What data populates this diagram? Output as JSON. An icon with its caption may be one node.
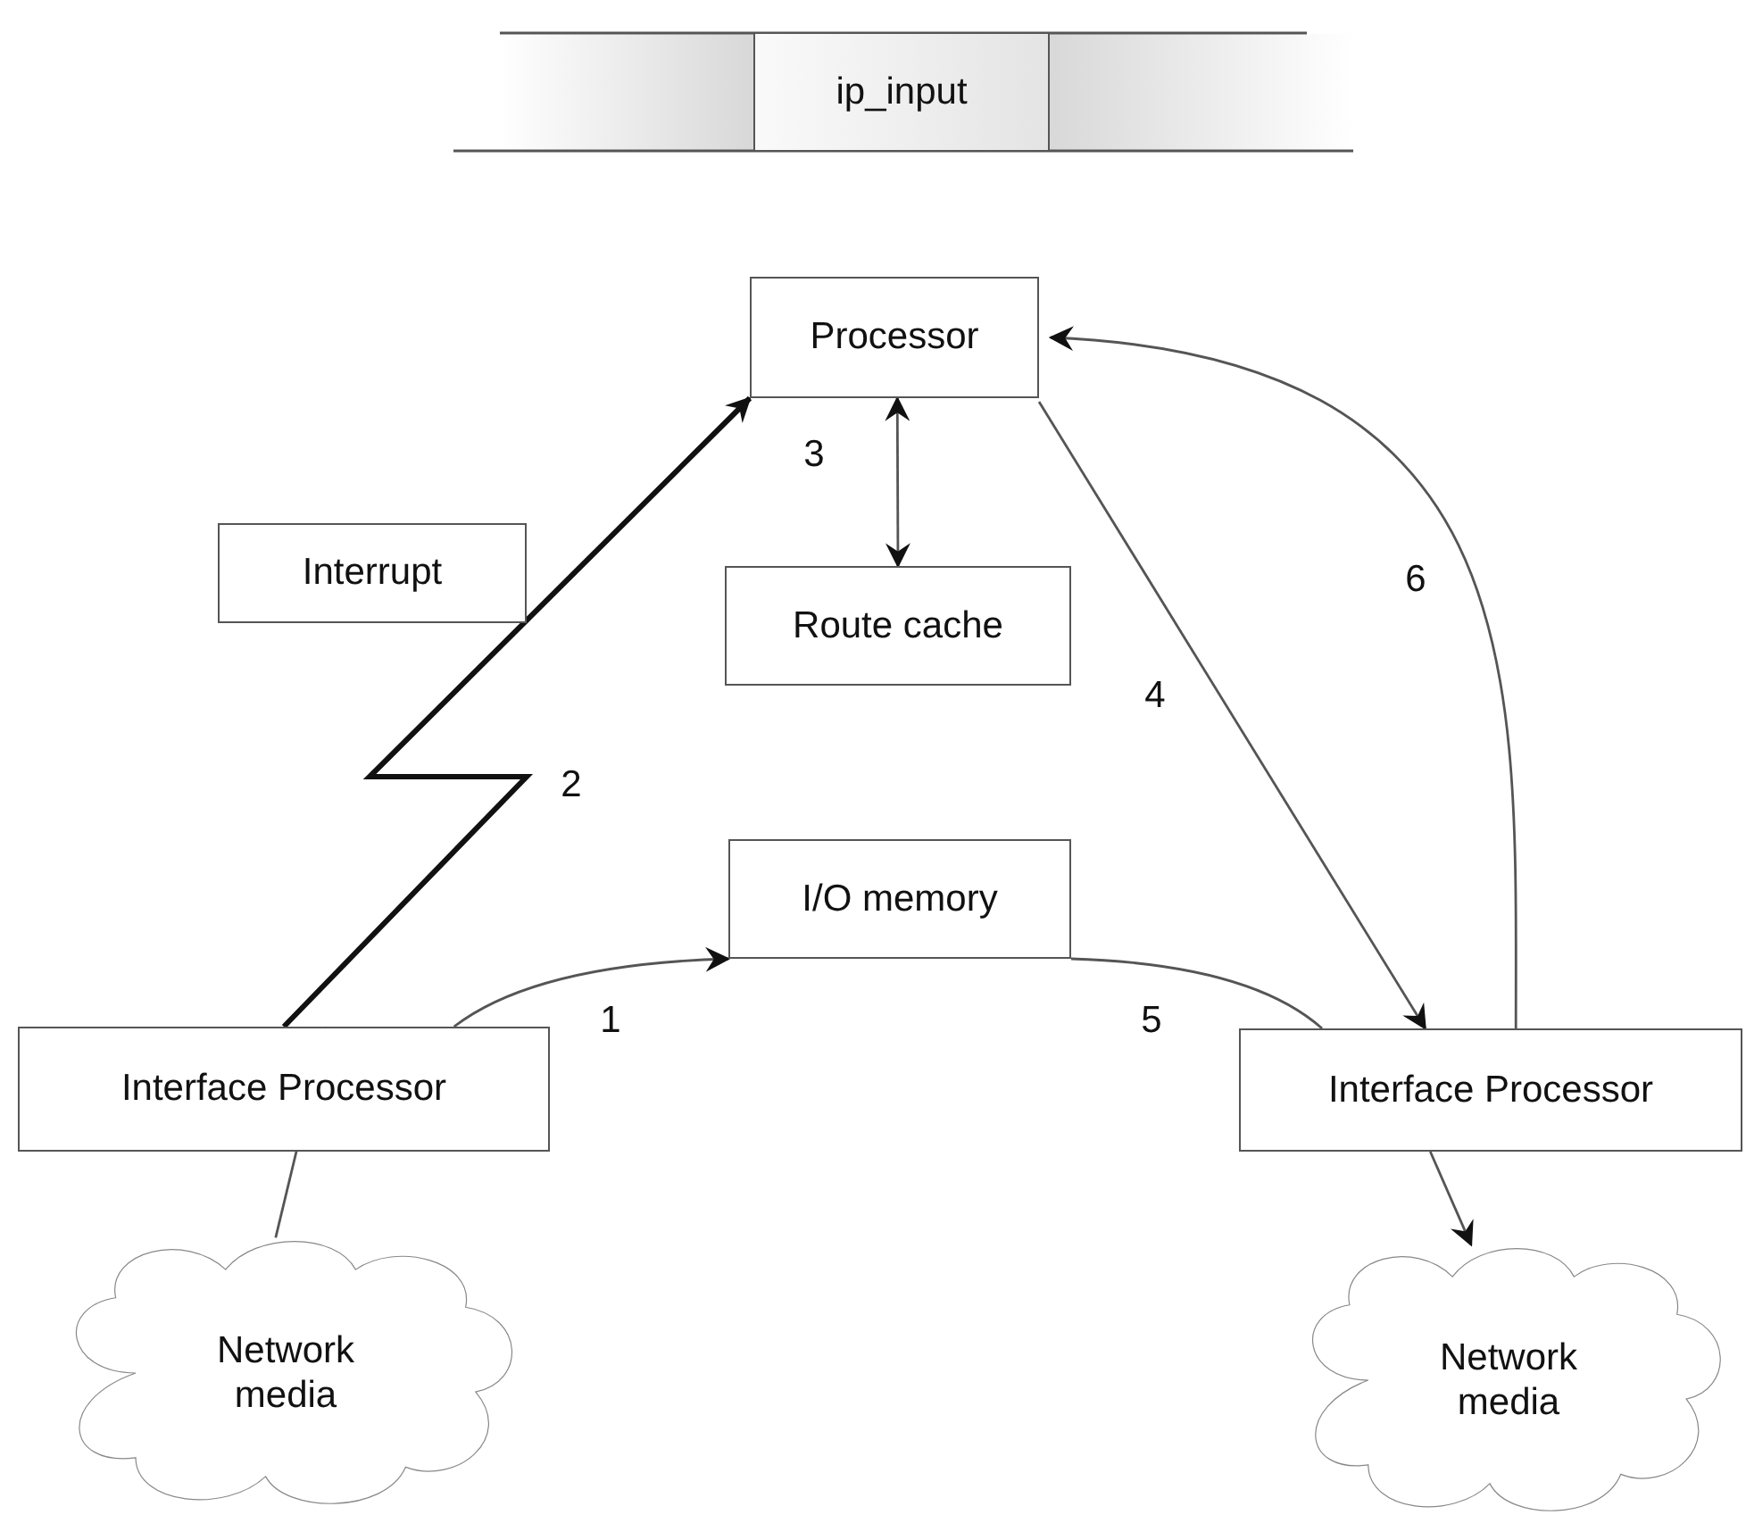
{
  "diagram": {
    "nodes": [
      {
        "text": [
          "ip_input"
        ]
      },
      {
        "text": [
          "Processor"
        ]
      },
      {
        "text": [
          "Interrupt"
        ]
      },
      {
        "text": [
          "Route cache"
        ]
      },
      {
        "text": [
          "I/O memory"
        ]
      },
      {
        "text": [
          "Interface Processor"
        ]
      },
      {
        "text": [
          "Interface Processor"
        ]
      },
      {
        "text": [
          "Network media"
        ]
      },
      {
        "text": [
          "Network media"
        ]
      }
    ],
    "edges": [
      {
        "from": 5,
        "to": 1,
        "arrow": "to",
        "label": "2",
        "style": "thick"
      },
      {
        "from": 1,
        "to": 3,
        "arrow": "both",
        "label": "3"
      },
      {
        "from": 1,
        "to": 6,
        "arrow": "to",
        "label": "4"
      },
      {
        "from": 6,
        "to": 1,
        "arrow": "to",
        "label": "6"
      },
      {
        "from": 5,
        "to": 4,
        "arrow": "to",
        "label": "1"
      },
      {
        "from": 4,
        "to": 6,
        "arrow": "none",
        "label": "5"
      },
      {
        "from": 7,
        "to": 5,
        "arrow": "none"
      },
      {
        "from": 6,
        "to": 8,
        "arrow": "to"
      }
    ]
  }
}
